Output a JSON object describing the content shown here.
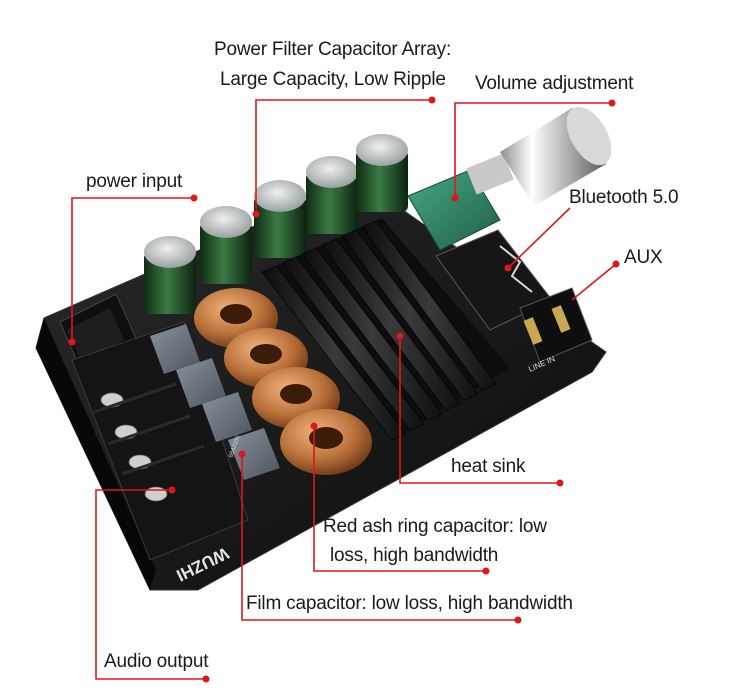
{
  "labels": {
    "power_filter_line1": "Power Filter Capacitor Array:",
    "power_filter_line2": "Large Capacity, Low Ripple",
    "volume": "Volume adjustment",
    "power_input": "power input",
    "bluetooth": "Bluetooth 5.0",
    "aux": "AUX",
    "heat_sink": "heat sink",
    "ring_cap_line1": "Red ash ring capacitor: low",
    "ring_cap_line2": "loss, high bandwidth",
    "film_cap": "Film capacitor: low loss, high bandwidth",
    "audio_output": "Audio output"
  },
  "board_text": {
    "brand": "WUZHI",
    "line_in": "LINE IN",
    "film_code": "684J100"
  },
  "colors": {
    "accent": "#e0161b",
    "board": "#121212",
    "heatsink": "#1c1c1c",
    "copper": "#b8703a",
    "capacitor": "#1d4a24",
    "potentiometer": "#2f8a6a",
    "film": "#6a7380"
  }
}
